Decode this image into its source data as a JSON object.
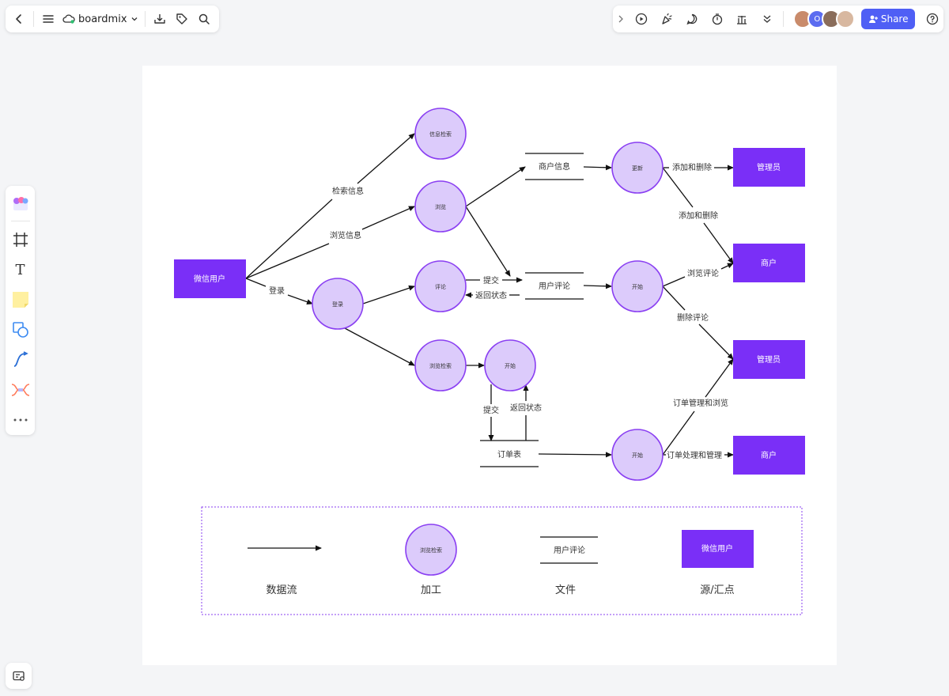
{
  "toolbar_left": {
    "brand": "boardmix",
    "icons": [
      "back-icon",
      "menu-icon",
      "cloud-icon",
      "chevron-down-icon",
      "download-icon",
      "tag-icon",
      "search-icon"
    ]
  },
  "toolbar_right": {
    "share_label": "Share",
    "avatar_initial": "O",
    "icons": [
      "chevron-right-icon",
      "play-icon",
      "celebrate-icon",
      "comment-icon",
      "timer-icon",
      "vote-icon",
      "more-chevron-icon",
      "help-icon"
    ]
  },
  "left_rail": {
    "tools": [
      "templates-icon",
      "frame-icon",
      "text-icon",
      "sticky-note-icon",
      "shape-icon",
      "connector-icon",
      "mindmap-icon",
      "more-icon"
    ],
    "text_tool_glyph": "T"
  },
  "colors": {
    "sink": "#7a2ff7",
    "process_fill": "#dccbfb",
    "process_stroke": "#8a3ff2",
    "share": "#4f5ff5"
  },
  "diagram": {
    "sources": {
      "wechat_user": "微信用户",
      "admin1": "管理员",
      "merchant1": "商户",
      "admin2": "管理员",
      "merchant2": "商户"
    },
    "processes": {
      "info_search": "信息检索",
      "browse": "浏览",
      "login": "登录",
      "comment": "评论",
      "browse_search": "浏览检索",
      "start1": "开始",
      "update": "更新",
      "start2": "开始",
      "start3": "开始"
    },
    "files": {
      "merchant_info": "商户信息",
      "user_comment": "用户评论",
      "order_table": "订单表"
    },
    "flows": {
      "search_info": "检索信息",
      "browse_info": "浏览信息",
      "login": "登录",
      "submit": "提交",
      "return_status": "返回状态",
      "add_delete_1": "添加和删除",
      "add_delete_2": "添加和删除",
      "browse_comment": "浏览评论",
      "delete_comment": "删除评论",
      "order_manage_browse": "订单管理和浏览",
      "order_process_manage": "订单处理和管理",
      "submit_2": "提交",
      "return_status_2": "返回状态"
    }
  },
  "legend": {
    "flow_caption": "数据流",
    "process_caption": "加工",
    "file_caption": "文件",
    "sink_caption": "源/汇点",
    "process_sample": "浏览检索",
    "file_sample": "用户评论",
    "sink_sample": "微信用户"
  }
}
